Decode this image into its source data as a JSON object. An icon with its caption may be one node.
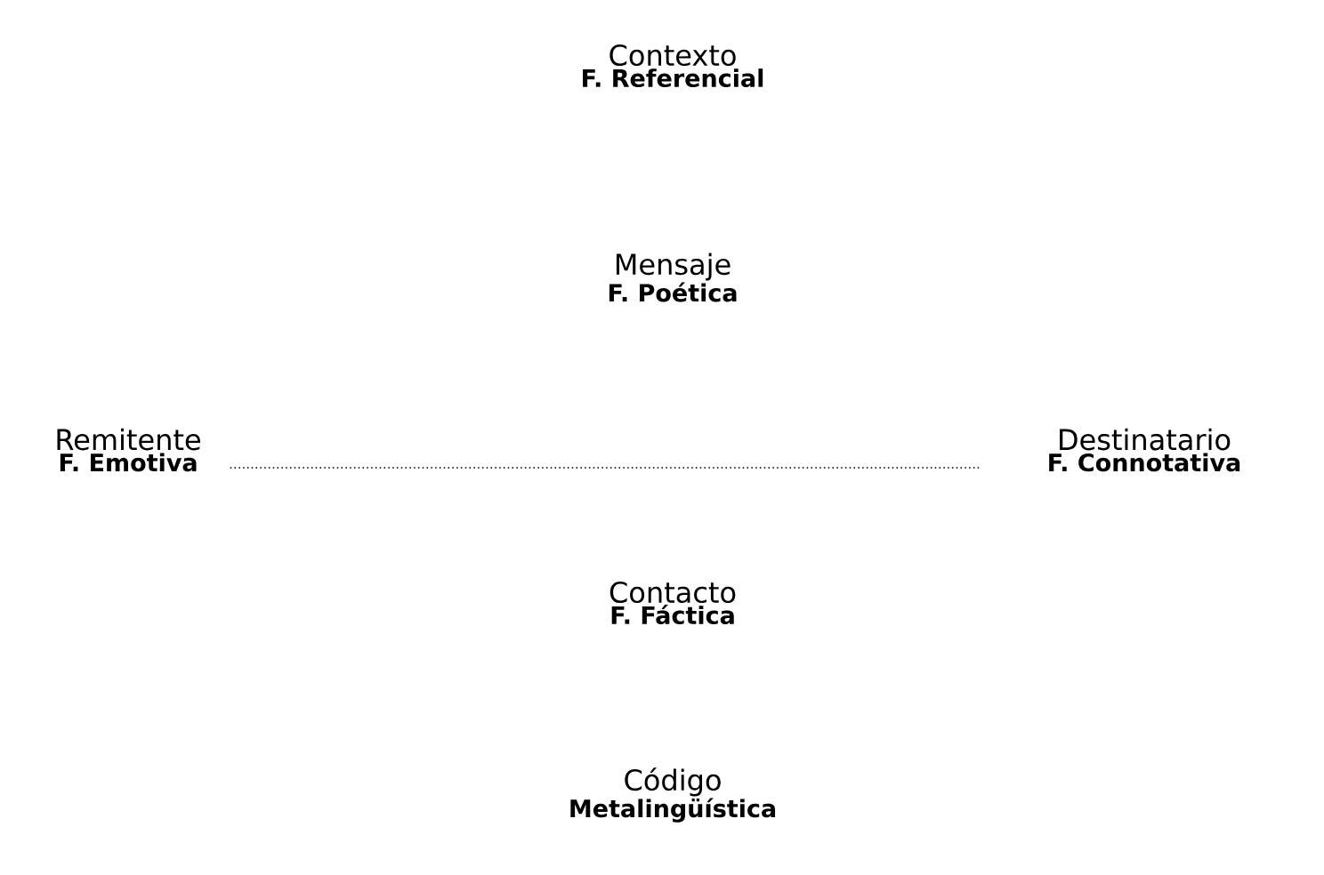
{
  "diagram": {
    "nodes": [
      {
        "text": [
          "Contexto",
          "F. Referencial"
        ]
      },
      {
        "text": [
          "Mensaje",
          "F. Poética"
        ]
      },
      {
        "text": [
          "Remitente",
          "F. Emotiva"
        ]
      },
      {
        "text": [
          "Destinatario",
          "F. Connotativa"
        ]
      },
      {
        "text": [
          "Contacto",
          "F. Fáctica"
        ]
      },
      {
        "text": [
          "Código",
          "Metalingüística"
        ]
      }
    ],
    "edges": [
      {
        "from": 2,
        "to": 3,
        "arrow": "none",
        "style": "dashed"
      }
    ]
  }
}
